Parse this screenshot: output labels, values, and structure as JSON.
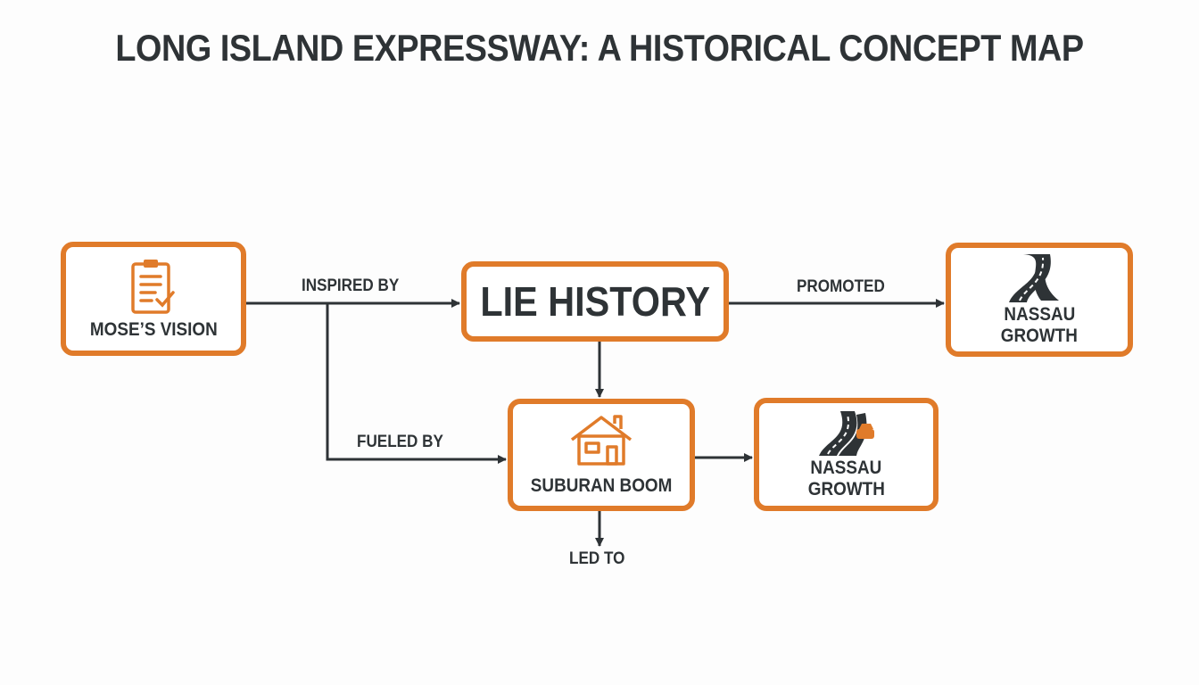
{
  "title": "LONG ISLAND EXPRESSWAY: A HISTORICAL CONCEPT MAP",
  "colors": {
    "accent": "#e07b2a",
    "text": "#2e3336"
  },
  "nodes": {
    "moses": {
      "label": "MOSE’S VISION",
      "icon": "clipboard-check-icon"
    },
    "lie": {
      "label": "LIE HISTORY"
    },
    "nassau_top": {
      "label_line1": "NASSAU",
      "label_line2": "GROWTH",
      "icon": "winding-road-icon"
    },
    "suburban": {
      "label": "SUBURAN BOOM",
      "icon": "house-icon"
    },
    "nassau_bottom": {
      "label_line1": "NASSAU",
      "label_line2": "GROWTH",
      "icon": "road-car-icon"
    }
  },
  "edges": {
    "inspired_by": "INSPIRED BY",
    "promoted": "PROMOTED",
    "fueled_by": "FUELED BY",
    "led_to": "LED TO"
  }
}
